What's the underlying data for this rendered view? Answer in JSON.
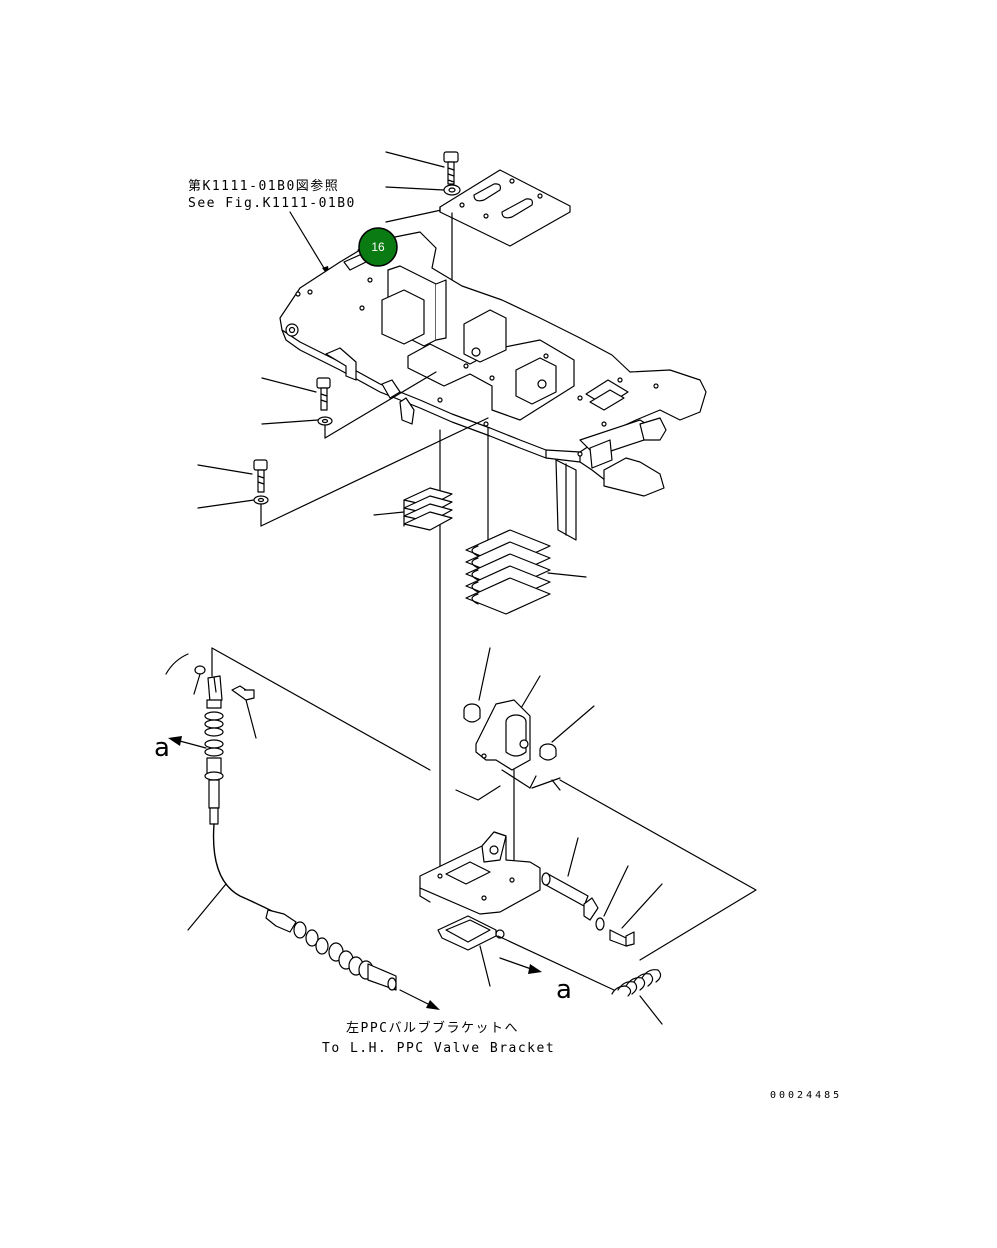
{
  "refs": {
    "jp": "第K1111-01B0図参照",
    "en": "See Fig.K1111-01B0"
  },
  "destination": {
    "jp": "左PPCバルブブラケットへ",
    "en": "To L.H. PPC Valve Bracket"
  },
  "markers": {
    "a_left": "a",
    "a_right": "a"
  },
  "callout": {
    "number": "16",
    "color": "#0a7a12"
  },
  "drawing_number": "00024485"
}
